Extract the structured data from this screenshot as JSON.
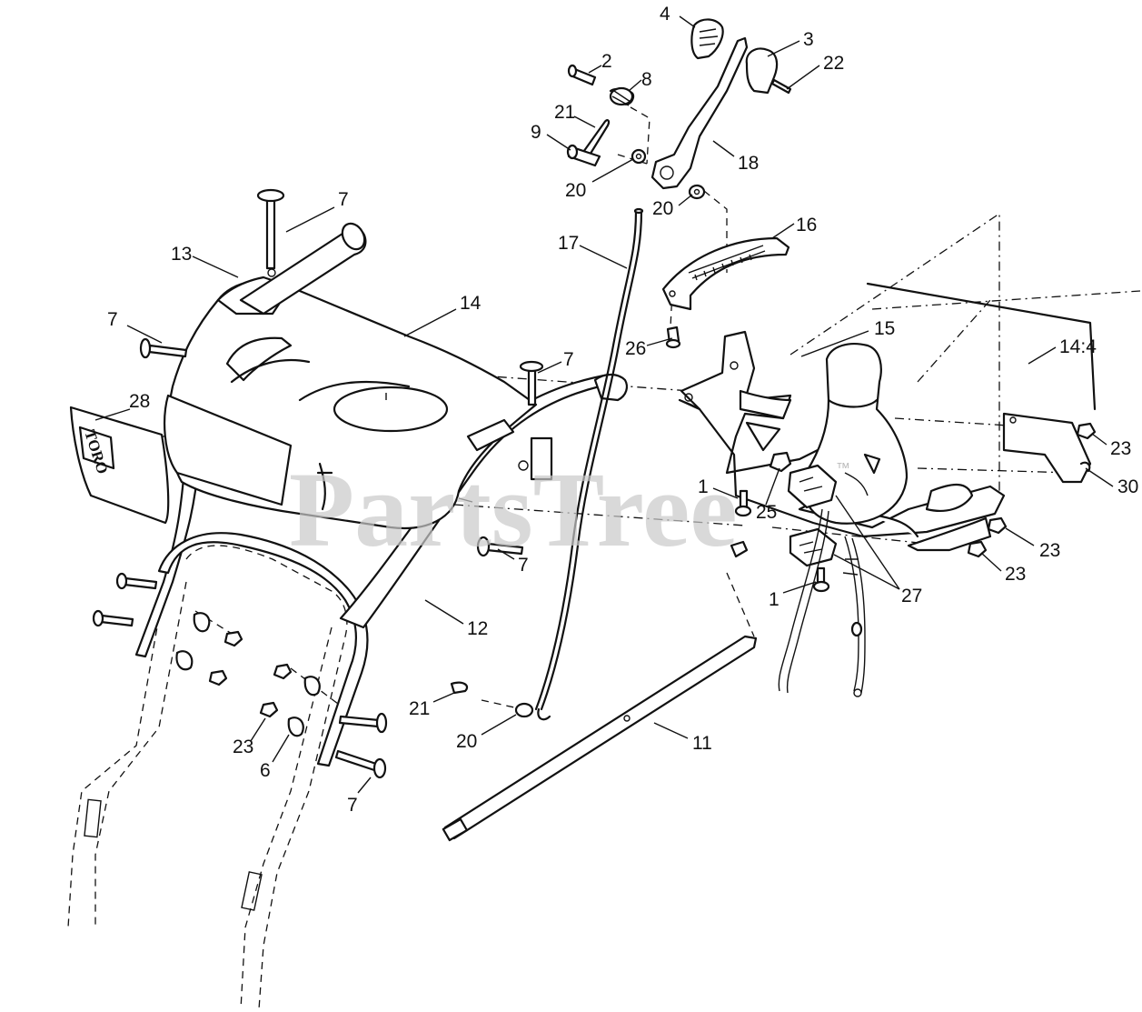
{
  "watermark": "PartsTree",
  "watermark_mark": "™",
  "decal_logo": "TORO",
  "callouts": {
    "c4": "4",
    "c3": "3",
    "c22": "22",
    "c2": "2",
    "c8": "8",
    "c21a": "21",
    "c9": "9",
    "c18": "18",
    "c20a": "20",
    "c20b": "20",
    "c16": "16",
    "c17": "17",
    "c7a": "7",
    "c13": "13",
    "c14": "14",
    "c7b": "7",
    "c26": "26",
    "c7c": "7",
    "c15": "15",
    "c144": "14:4",
    "c28": "28",
    "c23a": "23",
    "c30": "30",
    "c1a": "1",
    "c25": "25",
    "c23b": "23",
    "c7d": "7",
    "c23c": "23",
    "c1b": "1",
    "c27": "27",
    "c12": "12",
    "c21b": "21",
    "c20c": "20",
    "c11": "11",
    "c23d": "23",
    "c6": "6",
    "c7e": "7"
  }
}
